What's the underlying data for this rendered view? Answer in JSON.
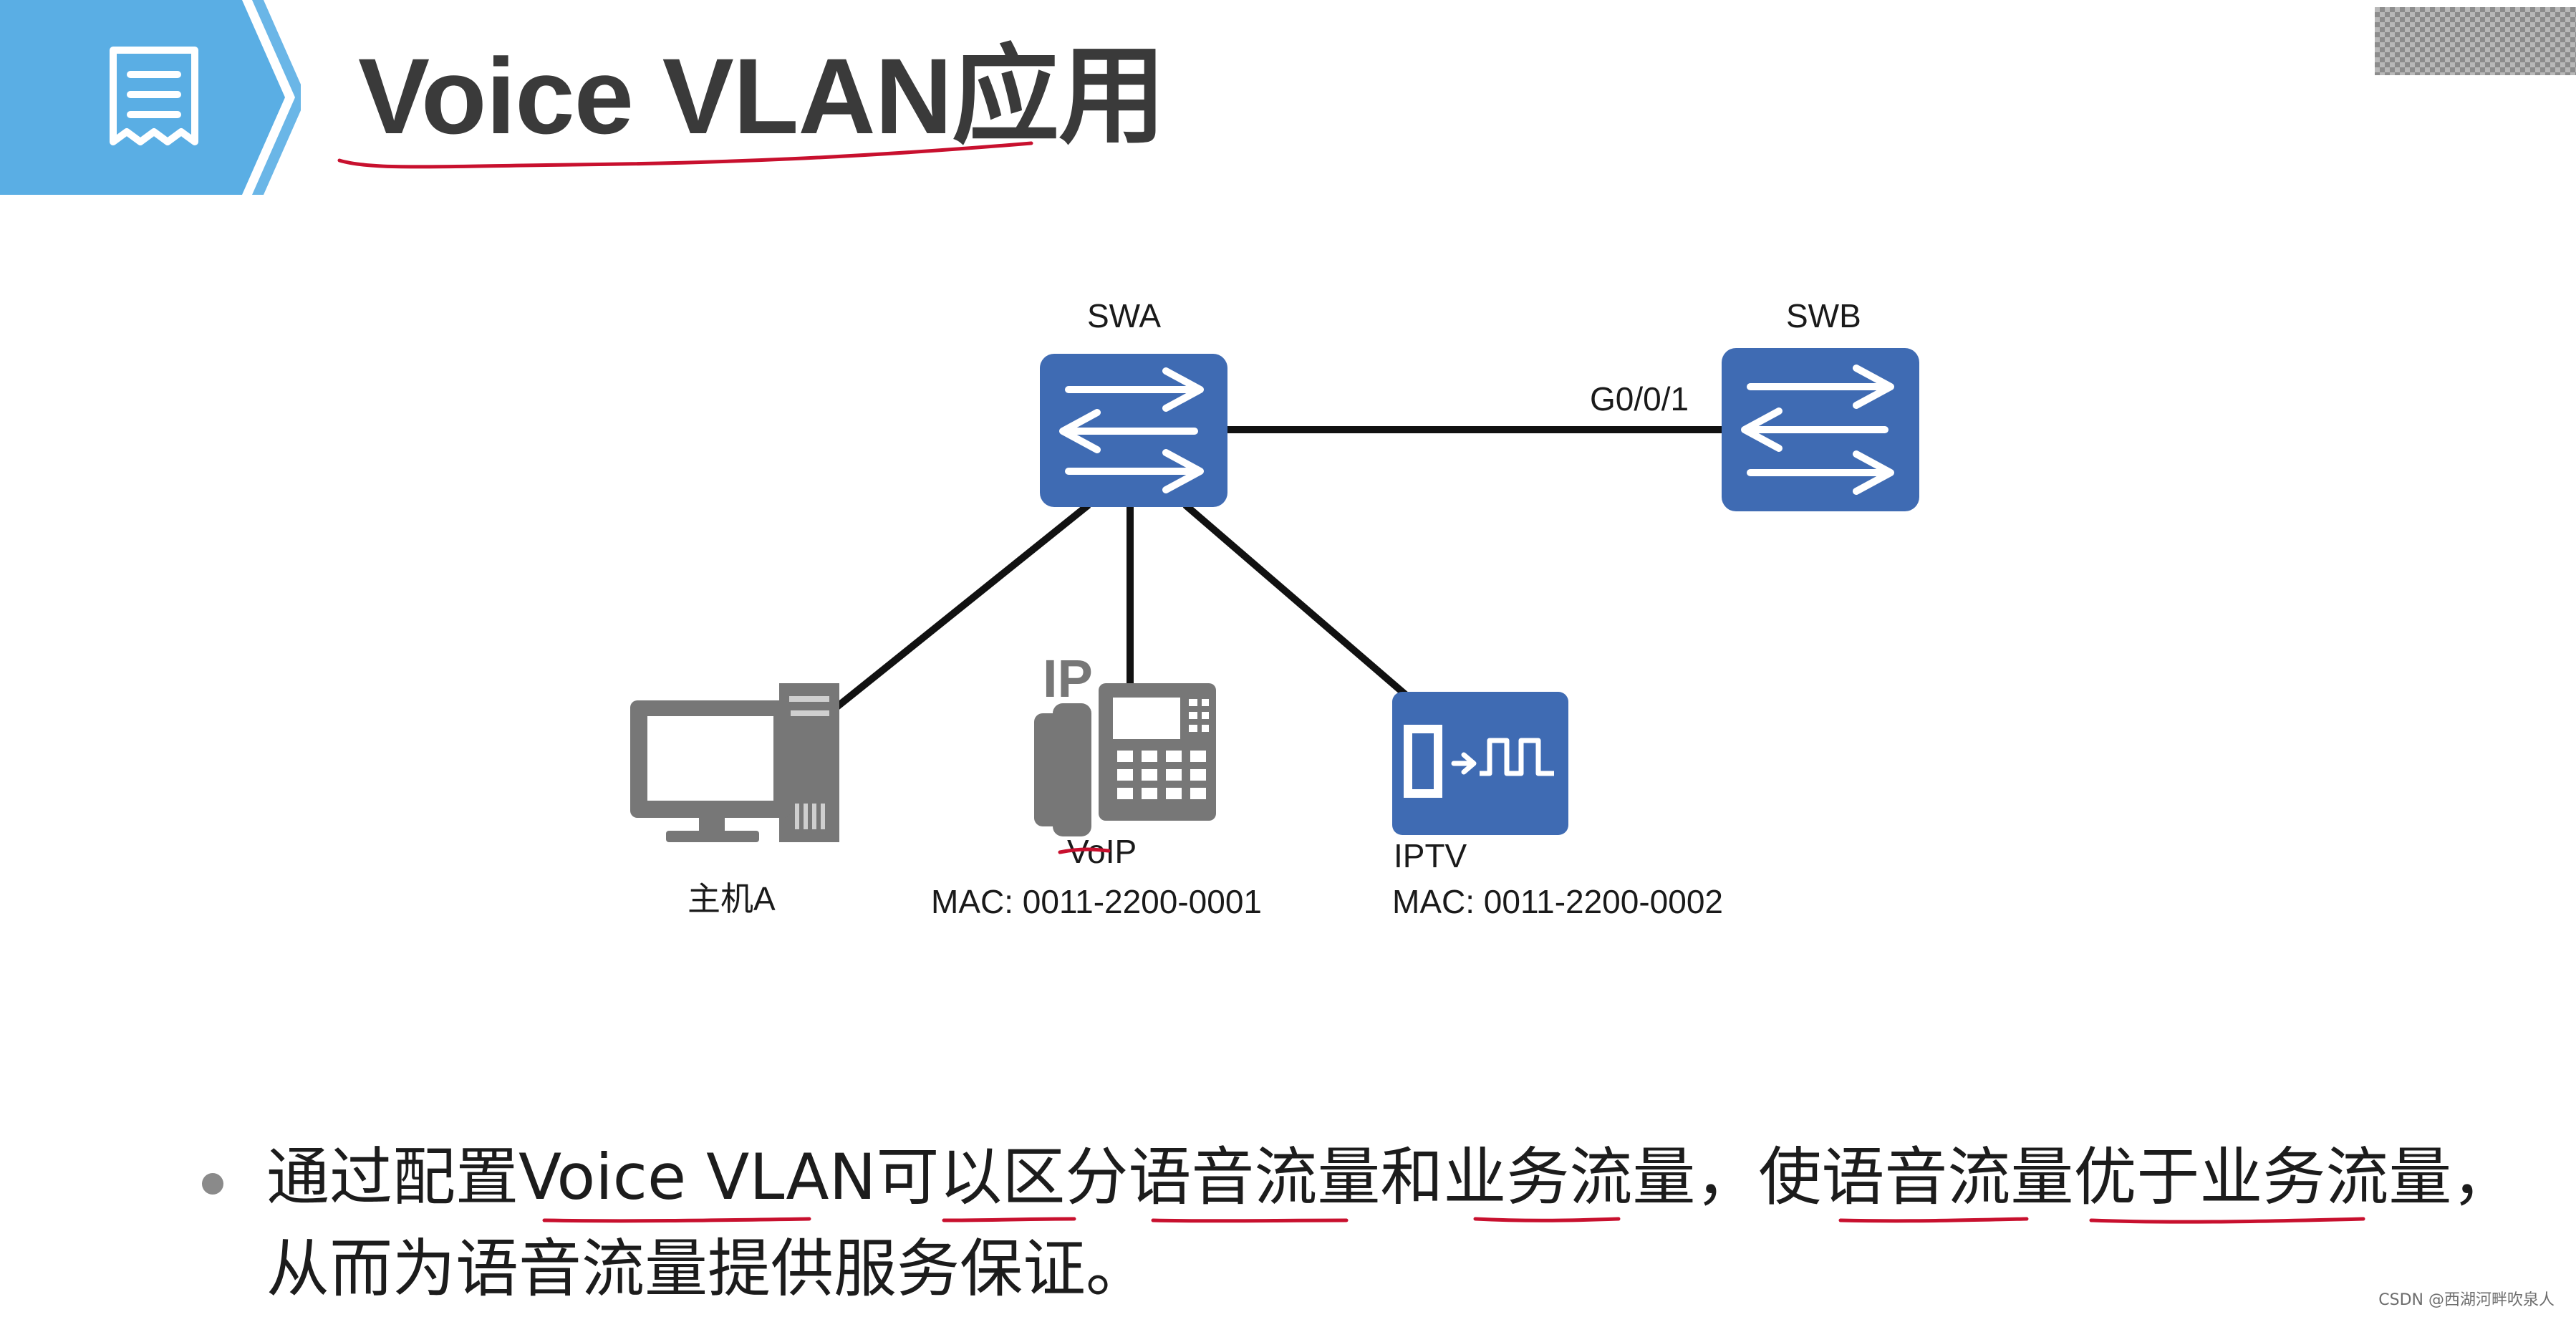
{
  "header": {
    "title": "Voice VLAN应用",
    "icon": "document-list-icon",
    "accent_color": "#5aaee4"
  },
  "diagram": {
    "switch_color": "#3f6bb3",
    "nodes": {
      "swa": {
        "label": "SWA"
      },
      "swb": {
        "label": "SWB"
      },
      "host_a": {
        "label": "主机A"
      },
      "ip_phone": {
        "label": "VoIP",
        "badge": "IP",
        "mac": "MAC: 0011-2200-0001"
      },
      "iptv": {
        "label": "IPTV",
        "mac": "MAC: 0011-2200-0002"
      }
    },
    "links": {
      "swa_swb_port": "G0/0/1"
    }
  },
  "body": {
    "bullet_text": "通过配置Voice VLAN可以区分语音流量和业务流量，使语音流量优于业务流量，从而为语音流量提供服务保证。"
  },
  "watermark": "CSDN @西湖河畔吹泉人"
}
